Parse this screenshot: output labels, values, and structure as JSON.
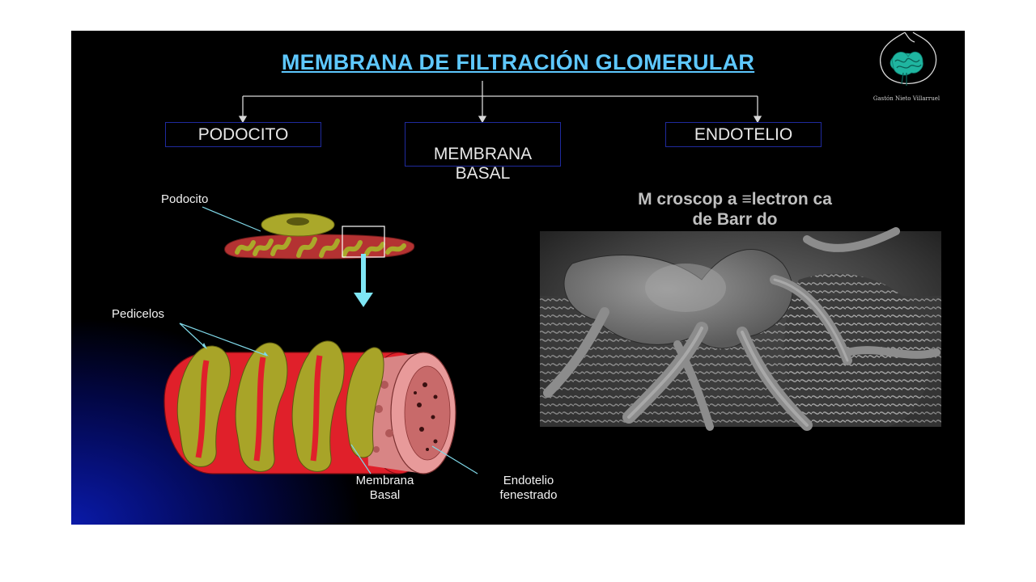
{
  "slide": {
    "title": "MEMBRANA DE FILTRACIÓN GLOMERULAR",
    "boxes": [
      {
        "label": "PODOCITO"
      },
      {
        "label": "MEMBRANA\nBASAL"
      },
      {
        "label": "ENDOTELIO"
      }
    ],
    "logo_caption": "Gastón Nieto Villarruel",
    "diagram": {
      "podocito_label": "Podocito",
      "pedicelos_label": "Pedicelos",
      "membrana_basal_label": "Membrana\nBasal",
      "endotelio_label": "Endotelio\nfenestrado"
    },
    "micrograph": {
      "title": "M croscop a ≡lectron ca\nde Barr do"
    },
    "colors": {
      "title": "#5ec8ff",
      "box_border": "#1f2a9e",
      "arrow": "#7fe6f5",
      "basal_red": "#e0202a",
      "pedicel_olive": "#a8a428",
      "endothelium_pink": "#e89a9a"
    }
  }
}
